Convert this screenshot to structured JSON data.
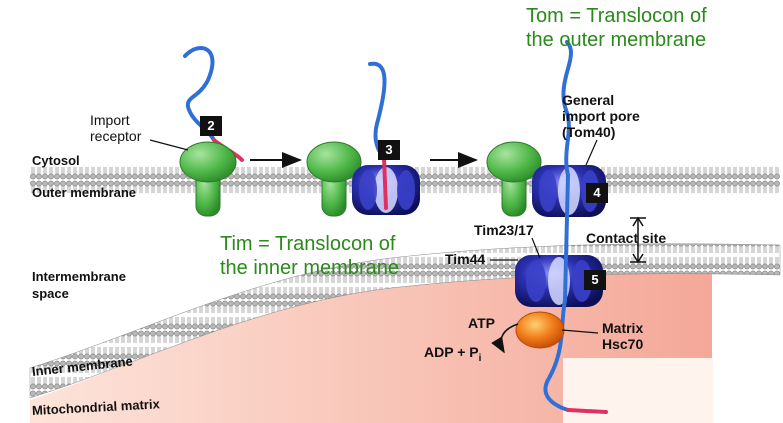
{
  "annotations": {
    "tom_line1": "Tom = Translocon of",
    "tom_line2": "the outer membrane",
    "tim_line1": "Tim = Translocon of",
    "tim_line2": "the inner membrane"
  },
  "regions": {
    "cytosol": "Cytosol",
    "outer_membrane": "Outer membrane",
    "intermembrane_line1": "Intermembrane",
    "intermembrane_line2": "space",
    "inner_membrane": "Inner membrane",
    "matrix": "Mitochondrial matrix"
  },
  "labels": {
    "import_receptor_line1": "Import",
    "import_receptor_line2": "receptor",
    "general_pore_line1": "General",
    "general_pore_line2": "import pore",
    "general_pore_line3": "(Tom40)",
    "contact_site": "Contact site",
    "tim23": "Tim23/17",
    "tim44": "Tim44",
    "atp": "ATP",
    "adp": "ADP + P",
    "adp_sub": "i",
    "matrix_hsc_line1": "Matrix",
    "matrix_hsc_line2": "Hsc70"
  },
  "steps": [
    "2",
    "3",
    "4",
    "5"
  ],
  "colors": {
    "annotation_green": "#2a8a1a",
    "receptor_green": "#4fb848",
    "pore_navy": "#1b1f8a",
    "chain_blue": "#2f6fd6",
    "chain_red": "#e03060",
    "hsc70_orange": "#f07a18",
    "matrix_pink": "#f7b8a4"
  }
}
